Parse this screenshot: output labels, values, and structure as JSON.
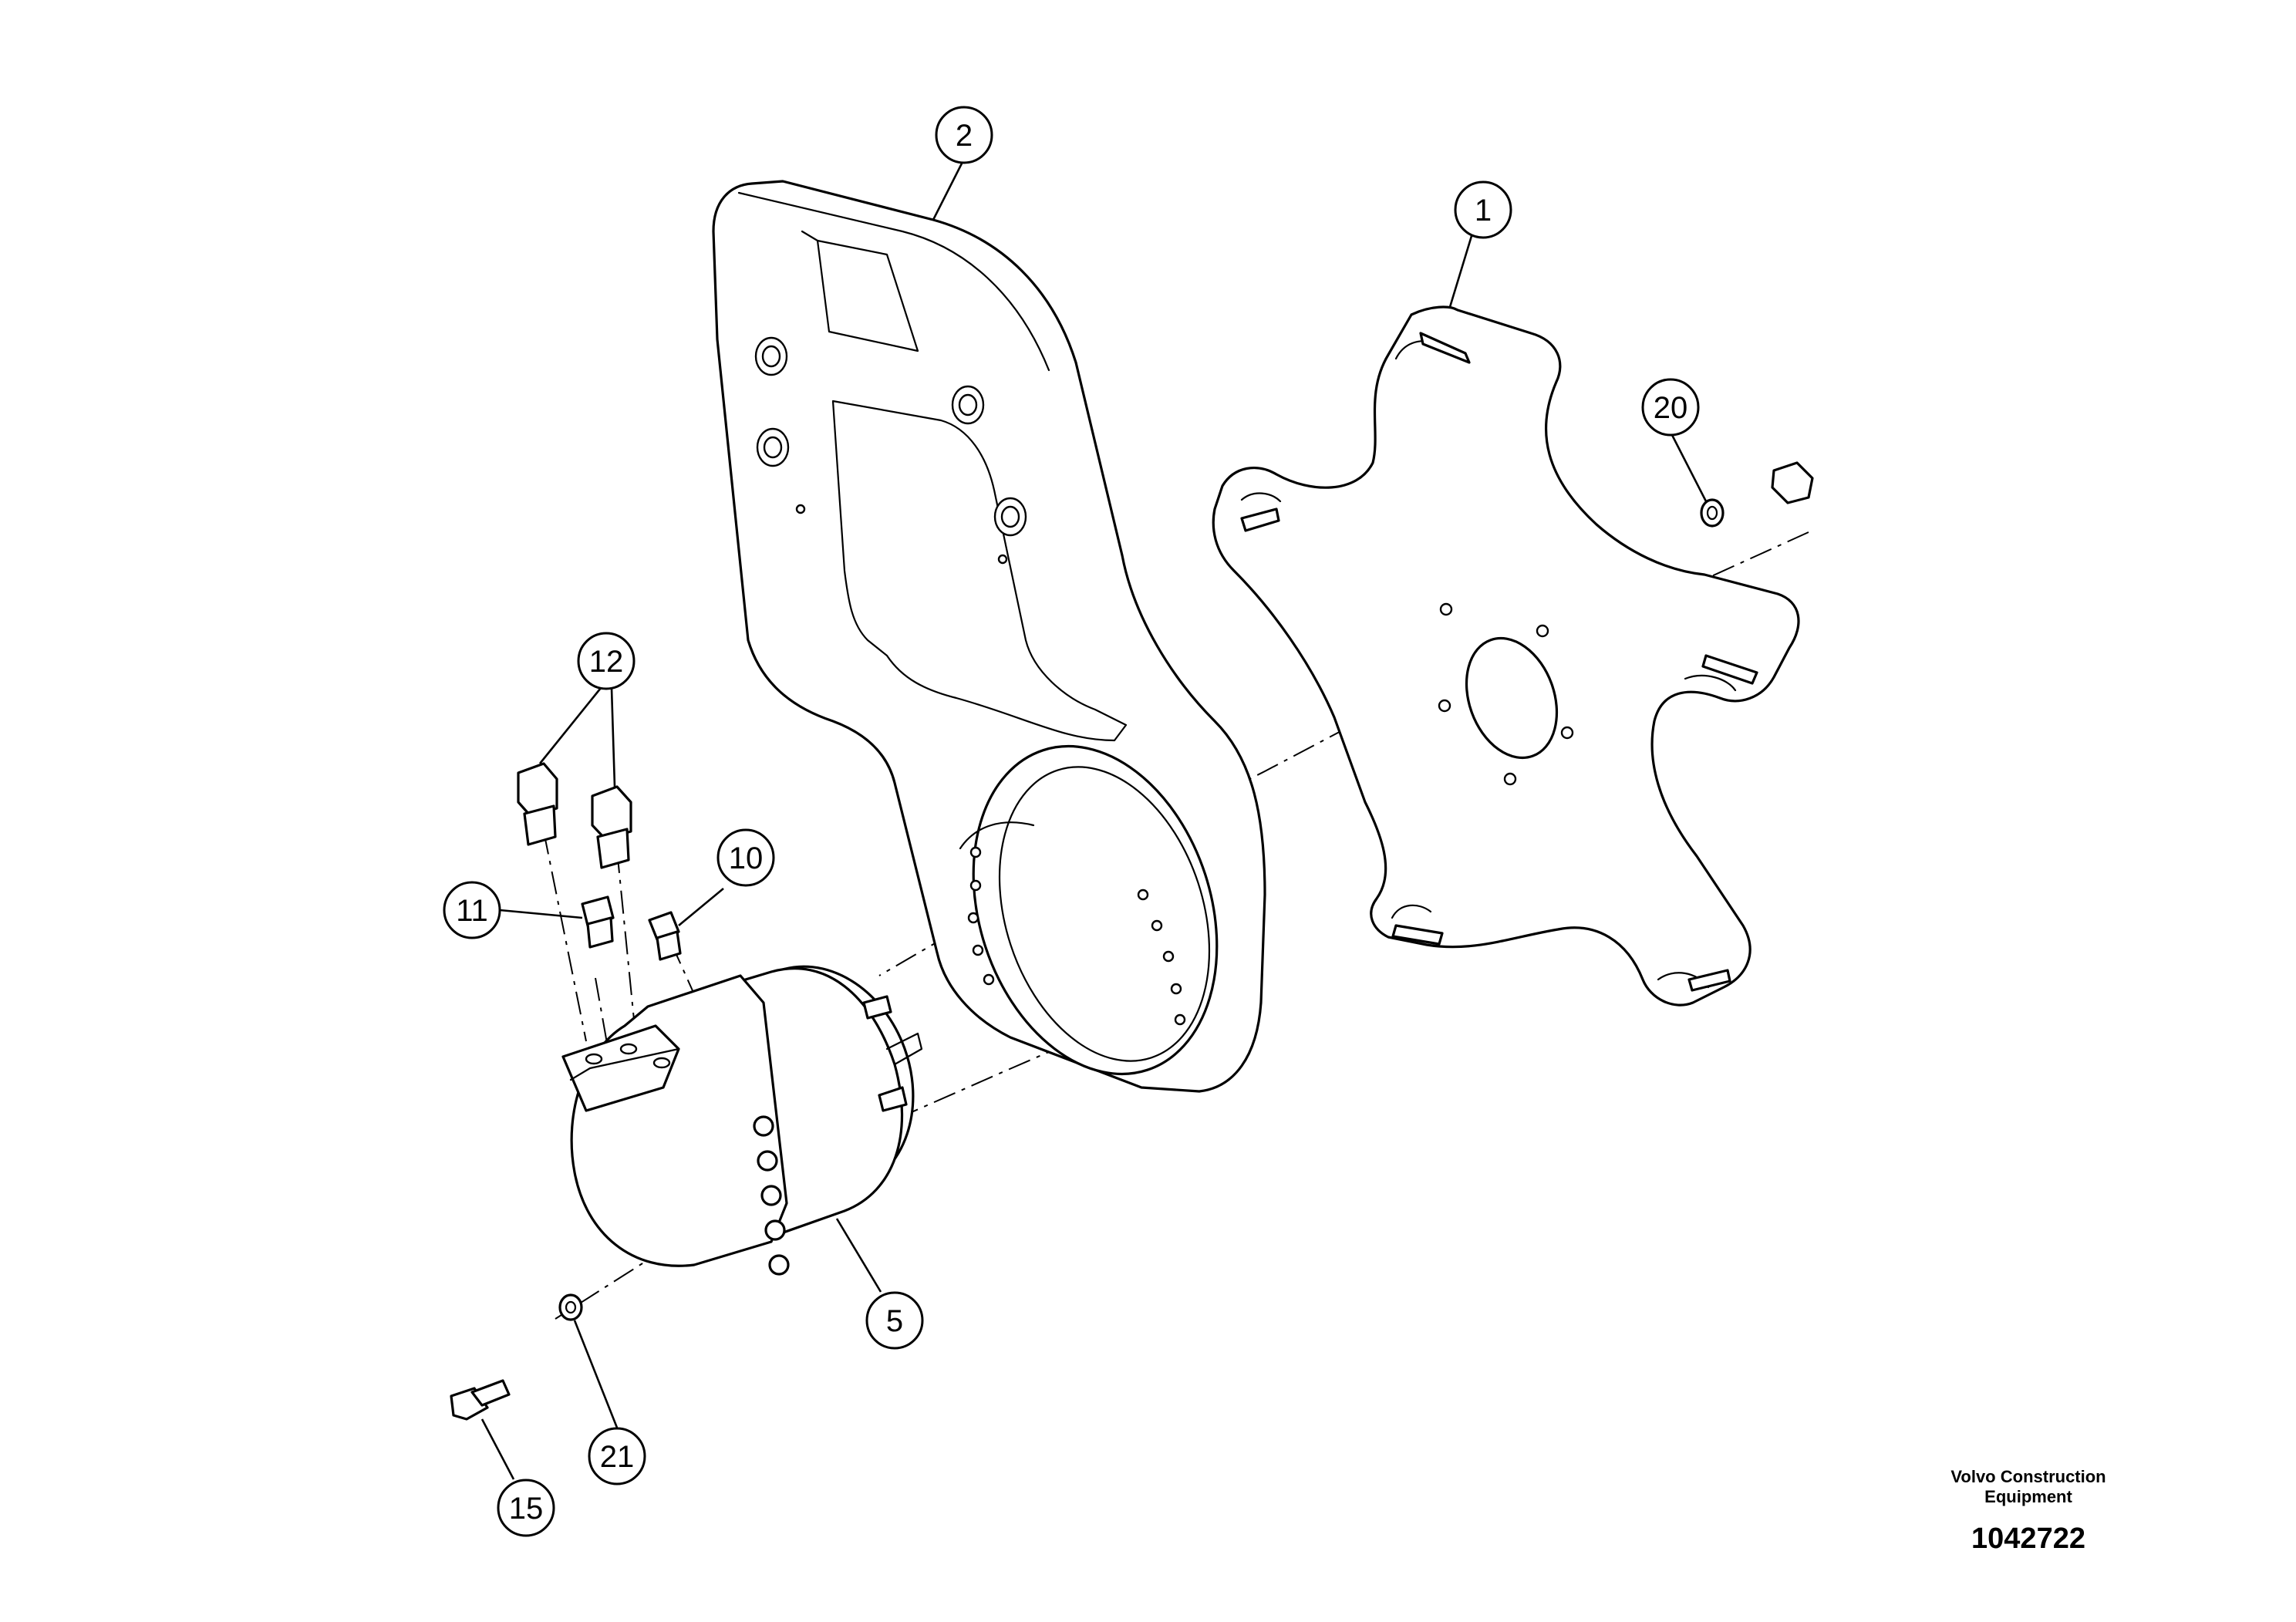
{
  "callouts": [
    {
      "id": "c1",
      "label": "1"
    },
    {
      "id": "c2",
      "label": "2"
    },
    {
      "id": "c5",
      "label": "5"
    },
    {
      "id": "c10",
      "label": "10"
    },
    {
      "id": "c11",
      "label": "11"
    },
    {
      "id": "c12",
      "label": "12"
    },
    {
      "id": "c15",
      "label": "15"
    },
    {
      "id": "c20",
      "label": "20"
    },
    {
      "id": "c21",
      "label": "21"
    }
  ],
  "footer": {
    "manufacturer_line1": "Volvo Construction",
    "manufacturer_line2": "Equipment",
    "document_number": "1042722"
  }
}
